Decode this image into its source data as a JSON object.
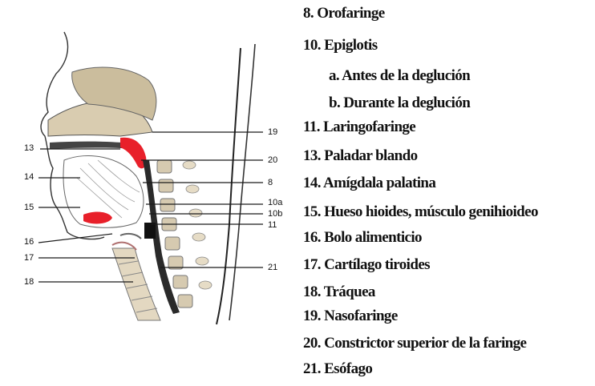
{
  "colors": {
    "accent_red": "#e8202a",
    "line": "#1a1a1a",
    "tissue": "#d9ccb0",
    "bone": "#cbbd9d"
  },
  "number_labels": [
    {
      "id": "13",
      "text": "13"
    },
    {
      "id": "14",
      "text": "14"
    },
    {
      "id": "15",
      "text": "15"
    },
    {
      "id": "16",
      "text": "16"
    },
    {
      "id": "17",
      "text": "17"
    },
    {
      "id": "18",
      "text": "18"
    },
    {
      "id": "19",
      "text": "19"
    },
    {
      "id": "20",
      "text": "20"
    },
    {
      "id": "8",
      "text": "8"
    },
    {
      "id": "10a",
      "text": "10a"
    },
    {
      "id": "10b",
      "text": "10b"
    },
    {
      "id": "11",
      "text": "11"
    },
    {
      "id": "21",
      "text": "21"
    }
  ],
  "legend": [
    {
      "text": "8. Orofaringe"
    },
    {
      "text": "10. Epiglotis"
    },
    {
      "text": "a. Antes de la deglución"
    },
    {
      "text": "b. Durante la deglución"
    },
    {
      "text": "11. Laringofaringe"
    },
    {
      "text": "13. Paladar blando"
    },
    {
      "text": "14. Amígdala palatina"
    },
    {
      "text": "15. Hueso hioides, músculo genihioideo"
    },
    {
      "text": "16. Bolo alimenticio"
    },
    {
      "text": "17. Cartílago tiroides"
    },
    {
      "text": "18. Tráquea"
    },
    {
      "text": "19. Nasofaringe"
    },
    {
      "text": "20. Constrictor superior de la faringe"
    },
    {
      "text": "21. Esófago"
    }
  ]
}
